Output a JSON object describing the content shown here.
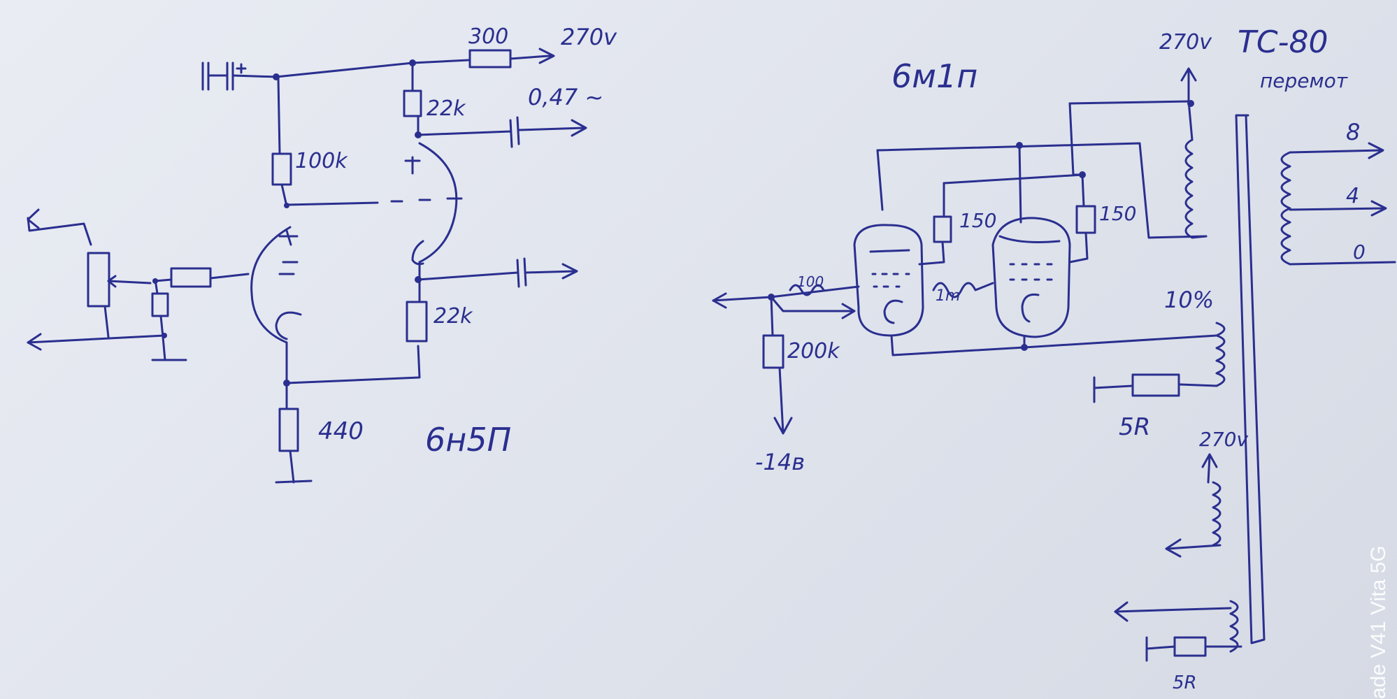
{
  "labels": {
    "r_300": "300",
    "v_270_top": "270v",
    "r_22k_top": "22k",
    "c_047": "0,47 ~",
    "r_100k": "100k",
    "r_22k_bottom": "22k",
    "r_440": "440",
    "tube_6n5p": "6н5П",
    "tube_6m1p": "6м1п",
    "v_270_trafo": "270v",
    "trafo_name": "TC-80",
    "trafo_note": "перемот",
    "tap_8": "8",
    "tap_4": "4",
    "tap_0": "0",
    "r_150_left": "150",
    "r_150_right": "150",
    "r_100_grid": "100",
    "r_1m": "1m",
    "r_200k": "200k",
    "v_minus14": "-14в",
    "pct_10": "10%",
    "r_5r_mid": "5R",
    "v_270_lower": "270v",
    "r_5r_bottom": "5R"
  },
  "watermark": "ade V41 Vita 5G",
  "colors": {
    "ink": "#2a2f8f",
    "paper": "#e4e7ef"
  }
}
